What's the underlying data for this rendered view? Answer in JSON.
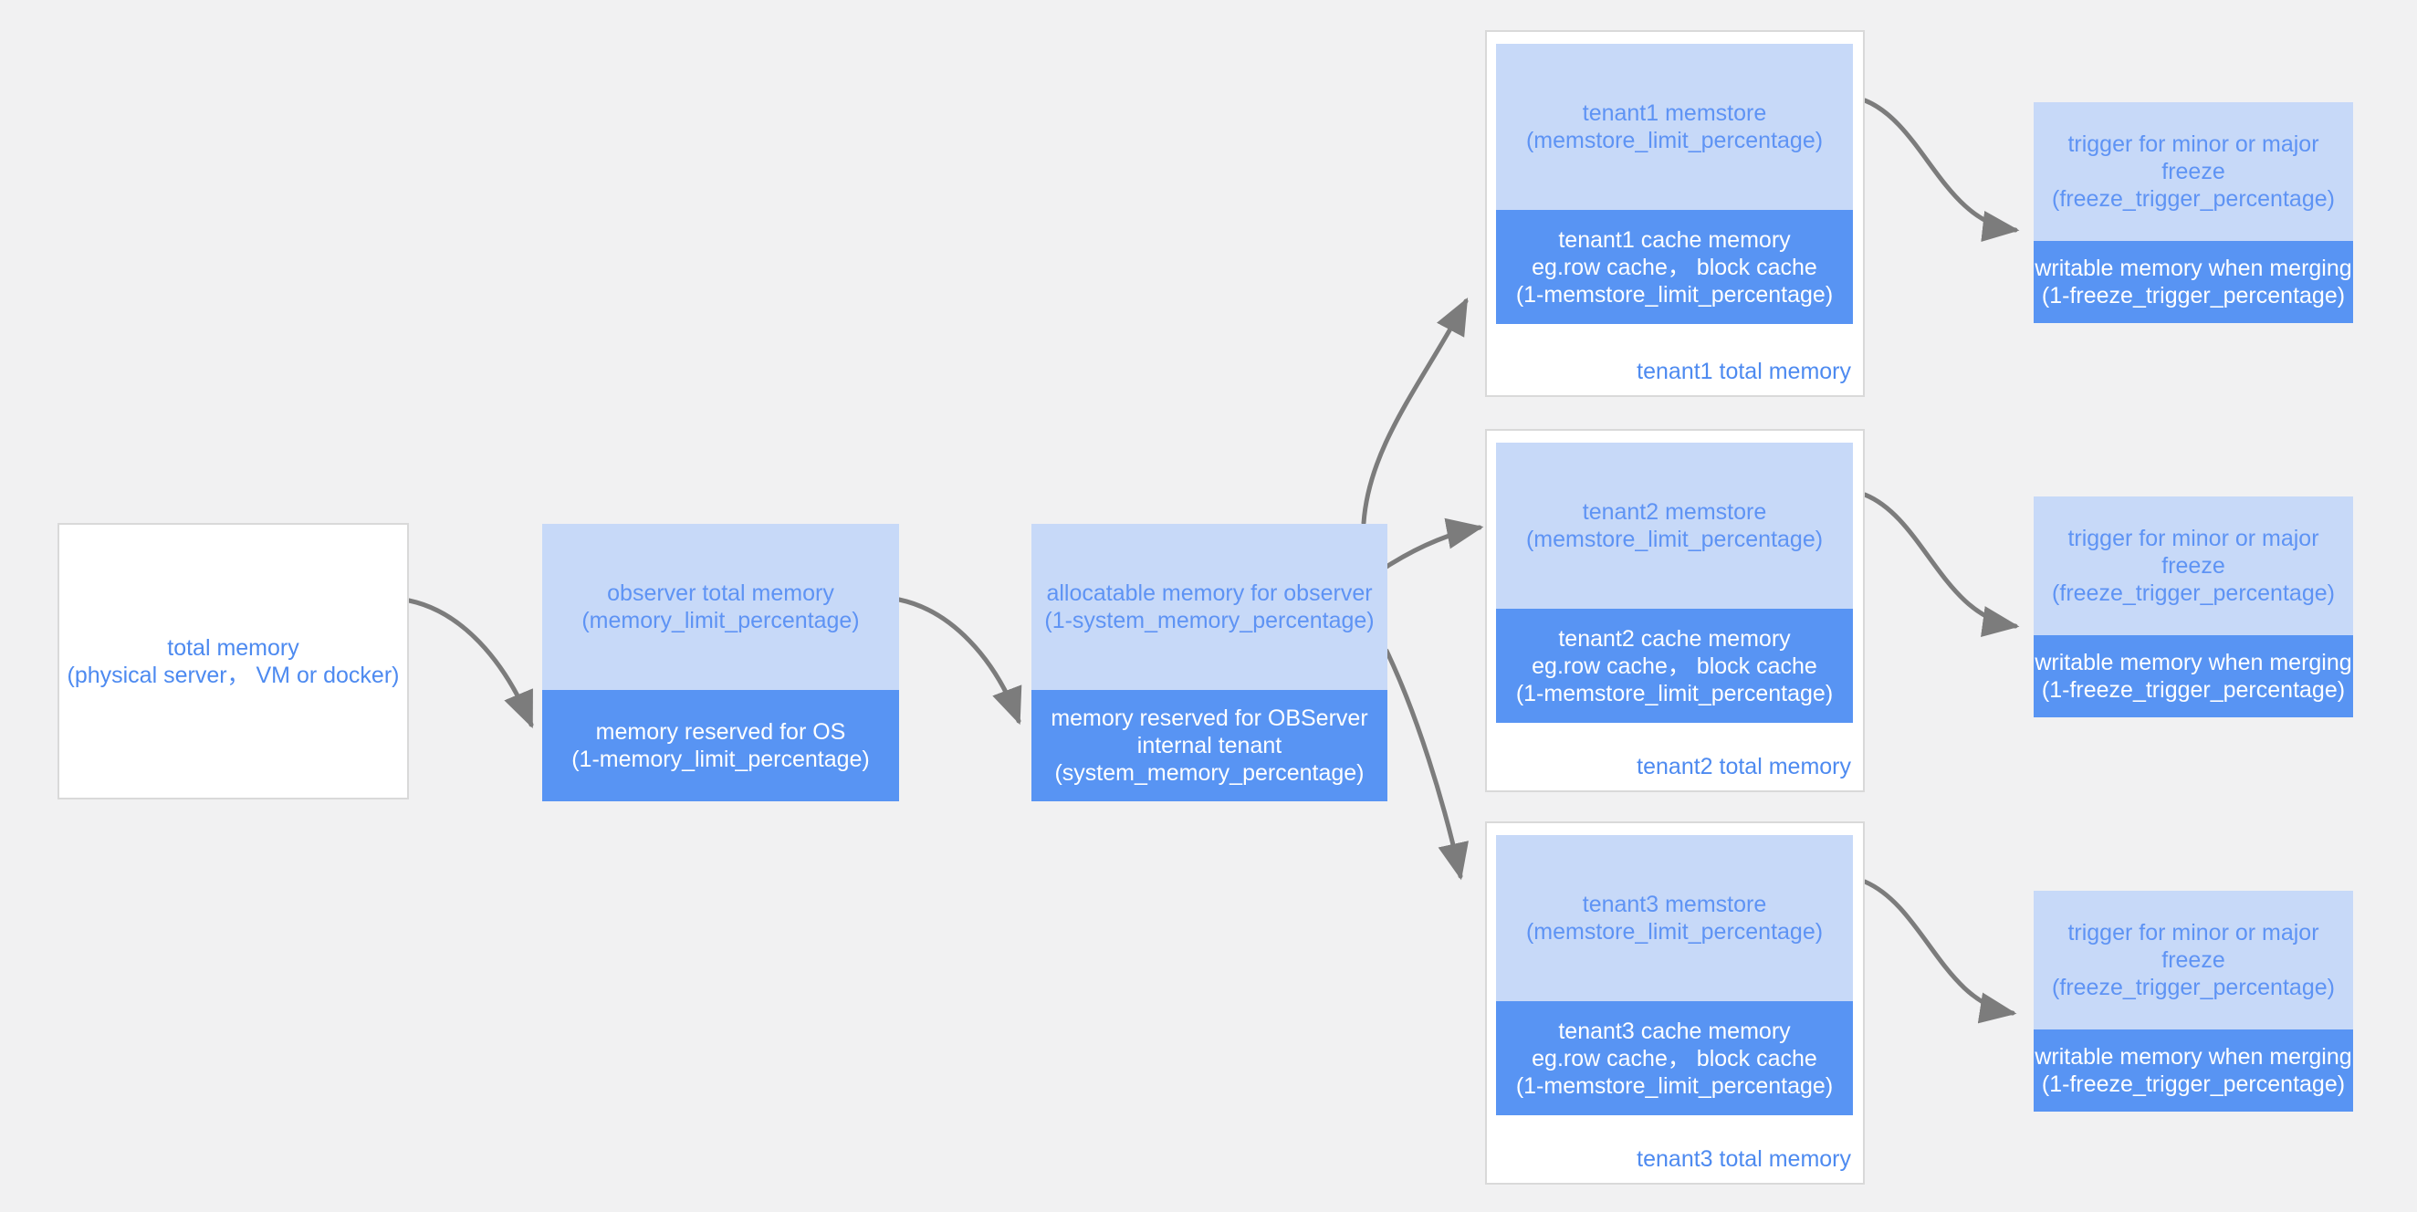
{
  "colors": {
    "background": "#f1f1f2",
    "light_blue": "#c7d9f8",
    "medium_blue": "#5894f3",
    "text_blue_on_light": "#5e93f4",
    "text_blue_on_white": "#4d8af0",
    "text_white": "#ffffff",
    "box_border_gray": "#d9d9d9",
    "arrow_gray": "#7c7c7c"
  },
  "source_box": {
    "line1": "total memory",
    "line2": "(physical server， VM or docker)"
  },
  "observer_box": {
    "light_line1": "observer total memory",
    "light_line2": "(memory_limit_percentage)",
    "dark_line1": "memory reserved for OS",
    "dark_line2": "(1-memory_limit_percentage)"
  },
  "allocatable_box": {
    "light_line1": "allocatable memory for observer",
    "light_line2": "(1-system_memory_percentage)",
    "dark_line1": "memory reserved for OBServer",
    "dark_line2": "internal tenant",
    "dark_line3": "(system_memory_percentage)"
  },
  "tenants": [
    {
      "memstore_line1": "tenant1 memstore",
      "memstore_line2": "(memstore_limit_percentage)",
      "cache_line1": "tenant1 cache memory",
      "cache_line2": "eg.row cache， block cache",
      "cache_line3": "(1-memstore_limit_percentage)",
      "total_label": "tenant1 total memory"
    },
    {
      "memstore_line1": "tenant2 memstore",
      "memstore_line2": "(memstore_limit_percentage)",
      "cache_line1": "tenant2 cache memory",
      "cache_line2": "eg.row cache， block cache",
      "cache_line3": "(1-memstore_limit_percentage)",
      "total_label": "tenant2 total memory"
    },
    {
      "memstore_line1": "tenant3 memstore",
      "memstore_line2": "(memstore_limit_percentage)",
      "cache_line1": "tenant3 cache memory",
      "cache_line2": "eg.row cache， block cache",
      "cache_line3": "(1-memstore_limit_percentage)",
      "total_label": "tenant3 total memory"
    }
  ],
  "triggers": [
    {
      "light_line1": "trigger for minor or major freeze",
      "light_line2": "(freeze_trigger_percentage)",
      "dark_line1": "writable memory when merging",
      "dark_line2": "(1-freeze_trigger_percentage)"
    },
    {
      "light_line1": "trigger for minor or major freeze",
      "light_line2": "(freeze_trigger_percentage)",
      "dark_line1": "writable memory when merging",
      "dark_line2": "(1-freeze_trigger_percentage)"
    },
    {
      "light_line1": "trigger for minor or major freeze",
      "light_line2": "(freeze_trigger_percentage)",
      "dark_line1": "writable memory when merging",
      "dark_line2": "(1-freeze_trigger_percentage)"
    }
  ]
}
